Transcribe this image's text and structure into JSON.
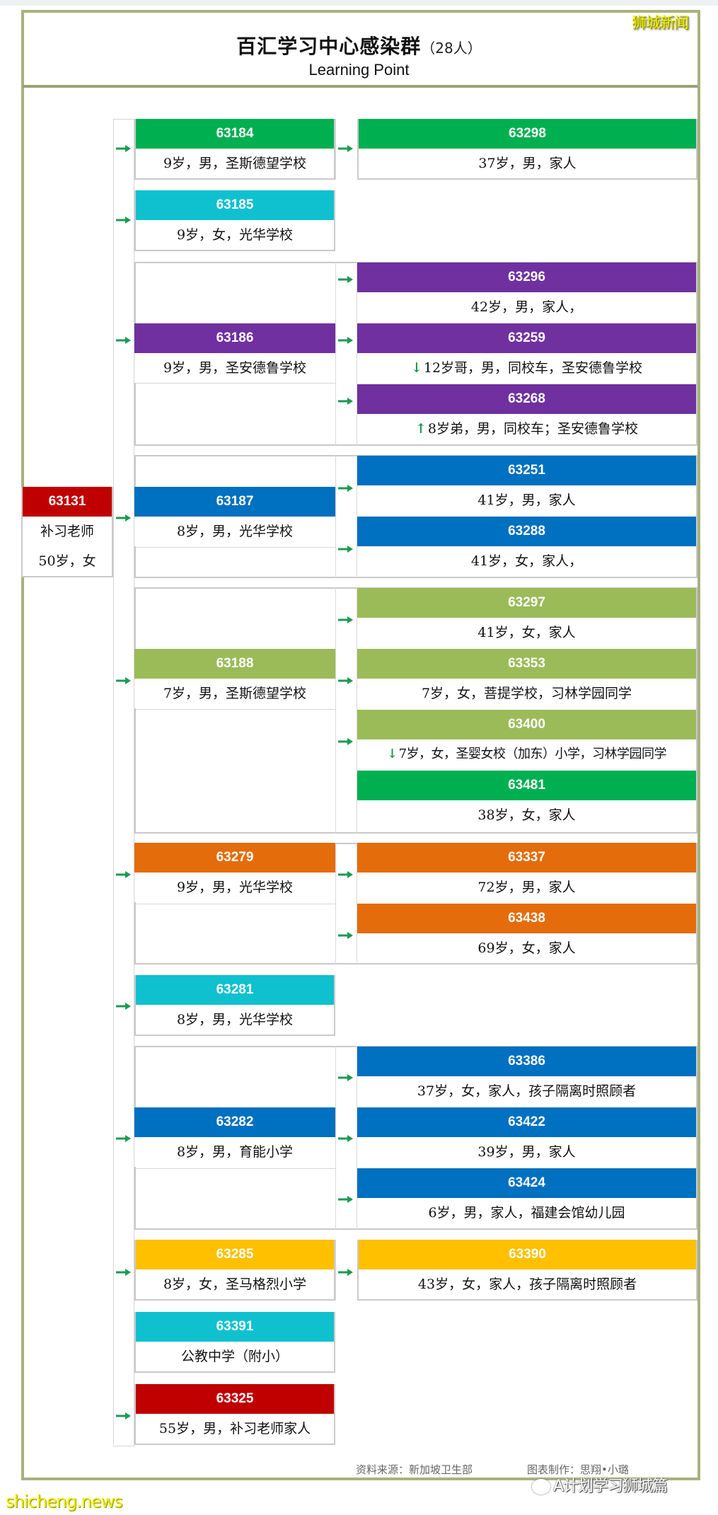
{
  "header": {
    "title": "百汇学习中心感染群",
    "count": "（28人）",
    "subtitle": "Learning Point"
  },
  "watermarks": {
    "top_right": "狮城新闻",
    "bottom_left": "shicheng.news",
    "wechat": "A计划学习狮城篇"
  },
  "footer": {
    "source": "资料来源：新加坡卫生部",
    "author": "图表制作：思翔•小璐"
  },
  "colors": {
    "red": "#c00000",
    "green": "#00b050",
    "cyan": "#0fc1cf",
    "purple": "#7030a0",
    "blue": "#0070c0",
    "olive": "#9bbb59",
    "orange": "#e46c0a",
    "yellow": "#ffc000",
    "arrow": "#1c9a52",
    "frame": "#a9b17f"
  },
  "index_case": {
    "id": "63131",
    "line1": "补习老师",
    "line2": "50岁，女"
  },
  "cases": {
    "c63184": {
      "id": "63184",
      "desc": "9岁，男，圣斯德望学校"
    },
    "c63298": {
      "id": "63298",
      "desc": "37岁，男，家人"
    },
    "c63185": {
      "id": "63185",
      "desc": "9岁，女，光华学校"
    },
    "c63186": {
      "id": "63186",
      "desc": "9岁，男，圣安德鲁学校"
    },
    "c63296": {
      "id": "63296",
      "desc": "42岁，男，家人，"
    },
    "c63259": {
      "id": "63259",
      "mark": "↓",
      "desc": "12岁哥，男，同校车，圣安德鲁学校"
    },
    "c63268": {
      "id": "63268",
      "mark": "↑",
      "desc": "8岁弟，男，同校车；圣安德鲁学校"
    },
    "c63187": {
      "id": "63187",
      "desc": "8岁，男，光华学校"
    },
    "c63251": {
      "id": "63251",
      "desc": "41岁，男，家人"
    },
    "c63288": {
      "id": "63288",
      "desc": "41岁，女，家人，"
    },
    "c63188": {
      "id": "63188",
      "desc": "7岁，男，圣斯德望学校"
    },
    "c63297": {
      "id": "63297",
      "desc": "41岁，女，家人"
    },
    "c63353": {
      "id": "63353",
      "desc": "7岁，女，菩提学校，习林学园同学"
    },
    "c63400": {
      "id": "63400",
      "mark": "↓",
      "desc": "7岁，女，圣婴女校（加东）小学，习林学园同学"
    },
    "c63481": {
      "id": "63481",
      "desc": "38岁，女，家人"
    },
    "c63279": {
      "id": "63279",
      "desc": "9岁，男，光华学校"
    },
    "c63337": {
      "id": "63337",
      "desc": "72岁，男，家人"
    },
    "c63438": {
      "id": "63438",
      "desc": "69岁，女，家人"
    },
    "c63281": {
      "id": "63281",
      "desc": "8岁，男，光华学校"
    },
    "c63282": {
      "id": "63282",
      "desc": "8岁，男，育能小学"
    },
    "c63386": {
      "id": "63386",
      "desc": "37岁，女，家人，孩子隔离时照顾者"
    },
    "c63422": {
      "id": "63422",
      "desc": "39岁，男，家人"
    },
    "c63424": {
      "id": "63424",
      "desc": "6岁，男，家人，福建会馆幼儿园"
    },
    "c63285": {
      "id": "63285",
      "desc": "8岁，女，圣马格烈小学"
    },
    "c63390": {
      "id": "63390",
      "desc": "43岁，女，家人，孩子隔离时照顾者"
    },
    "c63391": {
      "id": "63391",
      "desc": "公教中学（附小）"
    },
    "c63325": {
      "id": "63325",
      "desc": "55岁，男，补习老师家人"
    }
  }
}
